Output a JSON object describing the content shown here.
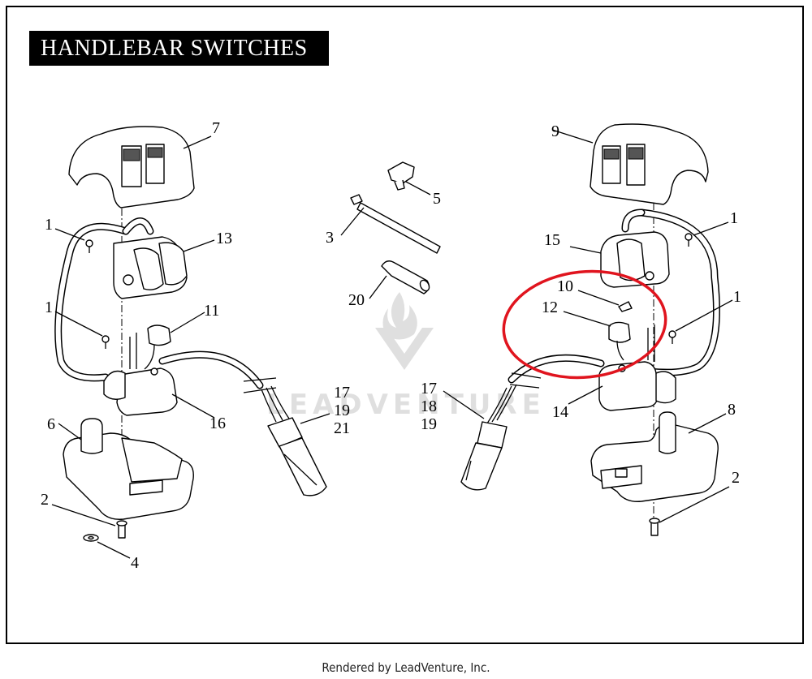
{
  "title": "HANDLEBAR SWITCHES",
  "watermark": {
    "text": "LEADVENTURE"
  },
  "footer": "Rendered by LeadVenture, Inc.",
  "callouts": [
    {
      "id": "c7",
      "label": "7"
    },
    {
      "id": "c9",
      "label": "9"
    },
    {
      "id": "c5",
      "label": "5"
    },
    {
      "id": "c3",
      "label": "3"
    },
    {
      "id": "c20",
      "label": "20"
    },
    {
      "id": "c1a",
      "label": "1"
    },
    {
      "id": "c13",
      "label": "13"
    },
    {
      "id": "c1b",
      "label": "1"
    },
    {
      "id": "c11",
      "label": "11"
    },
    {
      "id": "c16",
      "label": "16"
    },
    {
      "id": "c6",
      "label": "6"
    },
    {
      "id": "c2a",
      "label": "2"
    },
    {
      "id": "c4",
      "label": "4"
    },
    {
      "id": "c17a",
      "label": "17"
    },
    {
      "id": "c19a",
      "label": "19"
    },
    {
      "id": "c21",
      "label": "21"
    },
    {
      "id": "c17b",
      "label": "17"
    },
    {
      "id": "c18",
      "label": "18"
    },
    {
      "id": "c19b",
      "label": "19"
    },
    {
      "id": "c1c",
      "label": "1"
    },
    {
      "id": "c15",
      "label": "15"
    },
    {
      "id": "c10",
      "label": "10"
    },
    {
      "id": "c1d",
      "label": "1"
    },
    {
      "id": "c12",
      "label": "12"
    },
    {
      "id": "c14",
      "label": "14"
    },
    {
      "id": "c8",
      "label": "8"
    },
    {
      "id": "c2b",
      "label": "2"
    }
  ],
  "highlight": {
    "color": "#e0141e",
    "parts": [
      "10",
      "12"
    ]
  }
}
